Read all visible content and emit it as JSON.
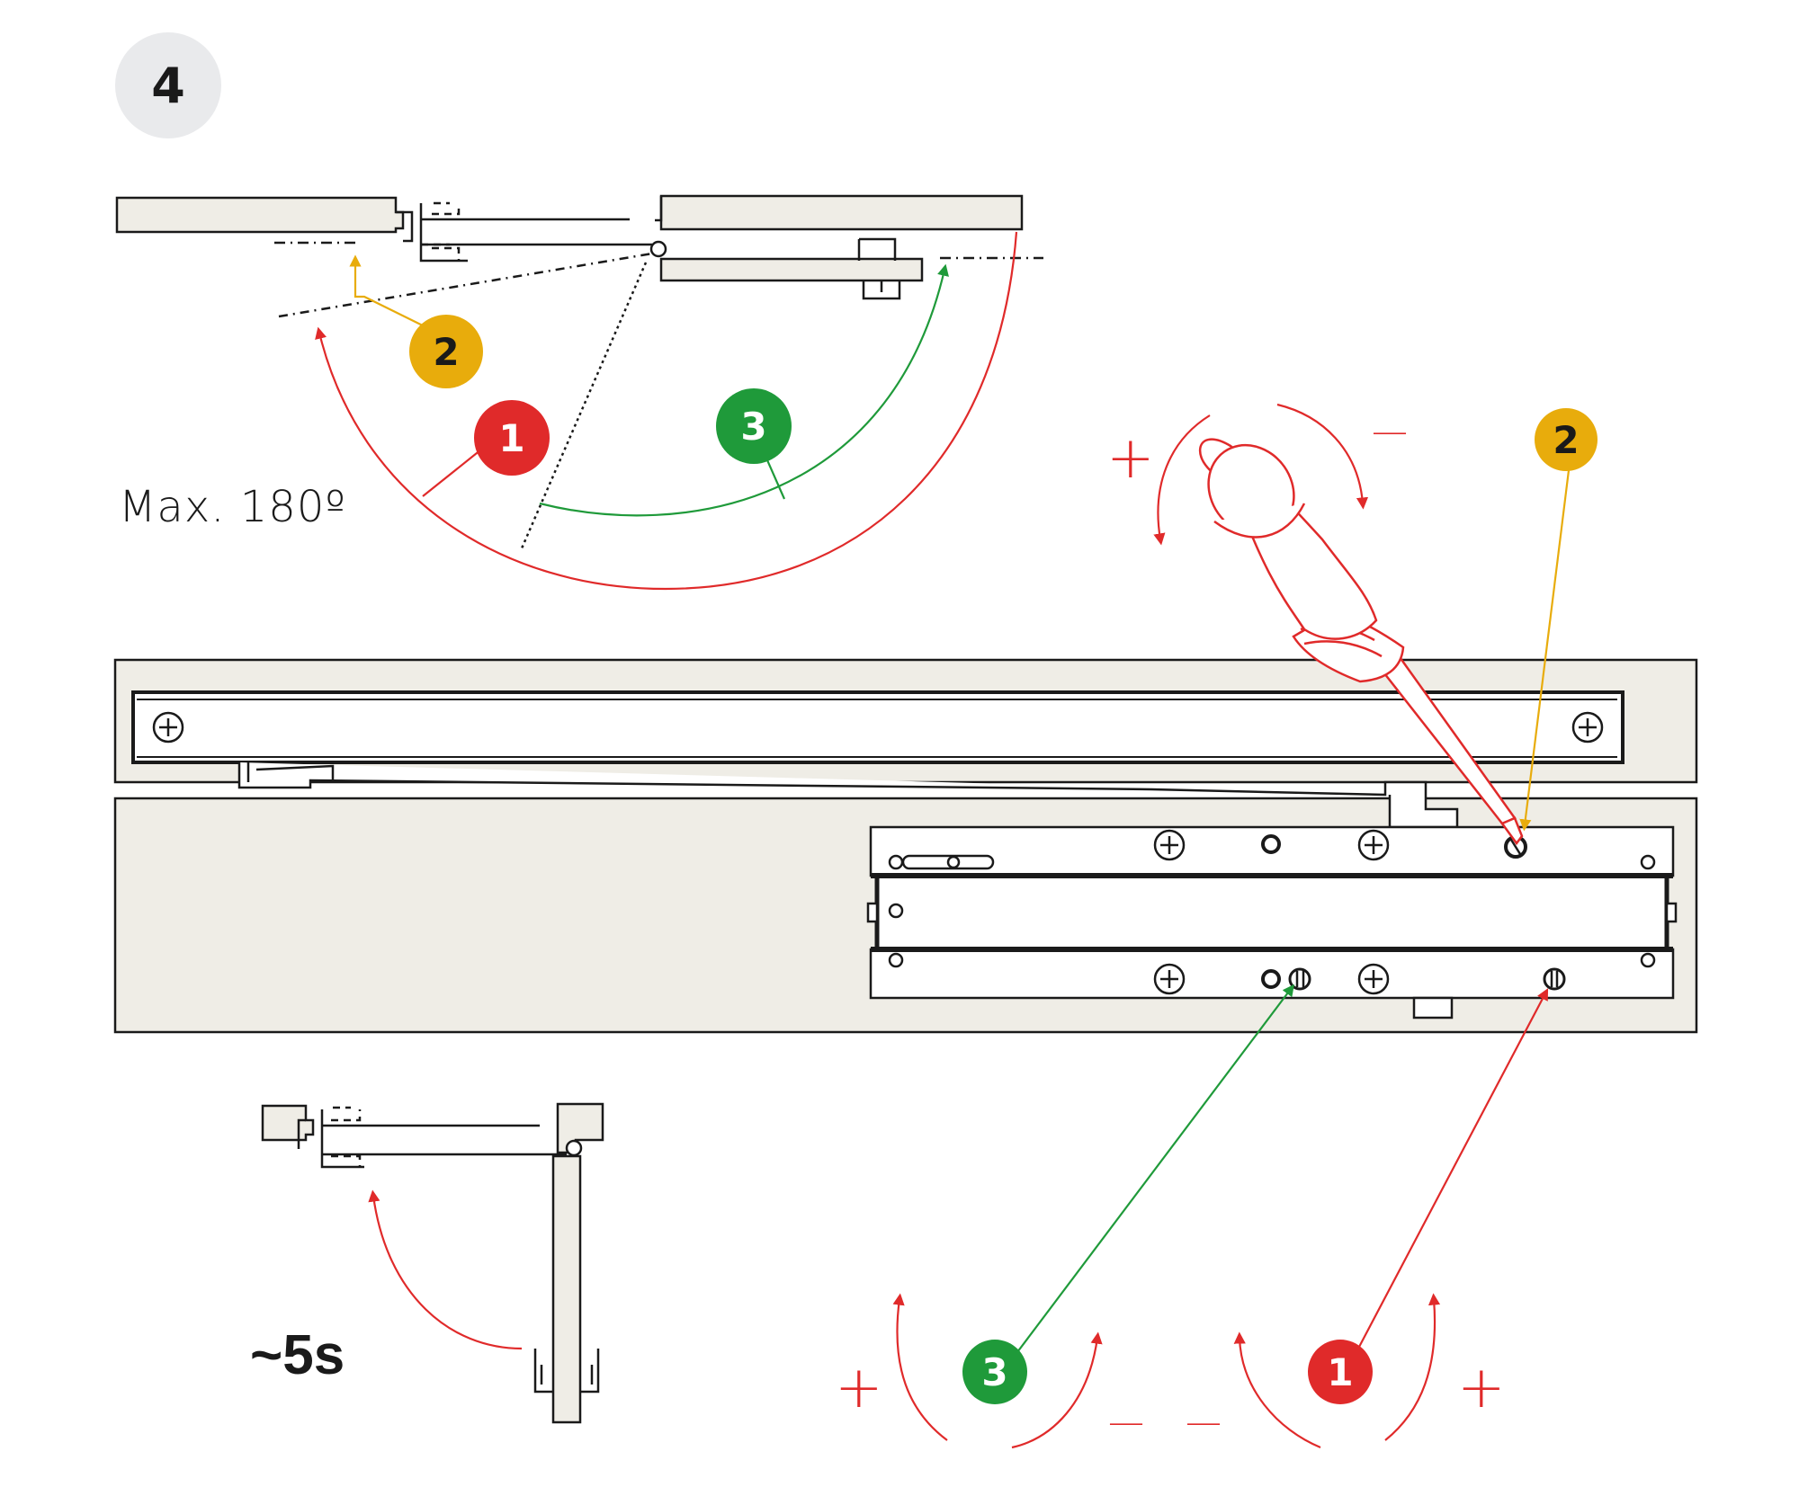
{
  "step": {
    "number": "4"
  },
  "top_diagram": {
    "max_angle_label": "Max. 180º"
  },
  "bottom_diagram": {
    "time_label": "~5s"
  },
  "callouts": {
    "valve_1": "1",
    "valve_2": "2",
    "valve_3": "3"
  },
  "signs": {
    "plus": "+",
    "minus": "—"
  },
  "colors": {
    "red": "#e02a2a",
    "yellow": "#e8ac0c",
    "green": "#1f9a3a",
    "outline": "#1a1a1a",
    "door_fill": "#efede6",
    "badge_gray": "#e9eaec"
  }
}
